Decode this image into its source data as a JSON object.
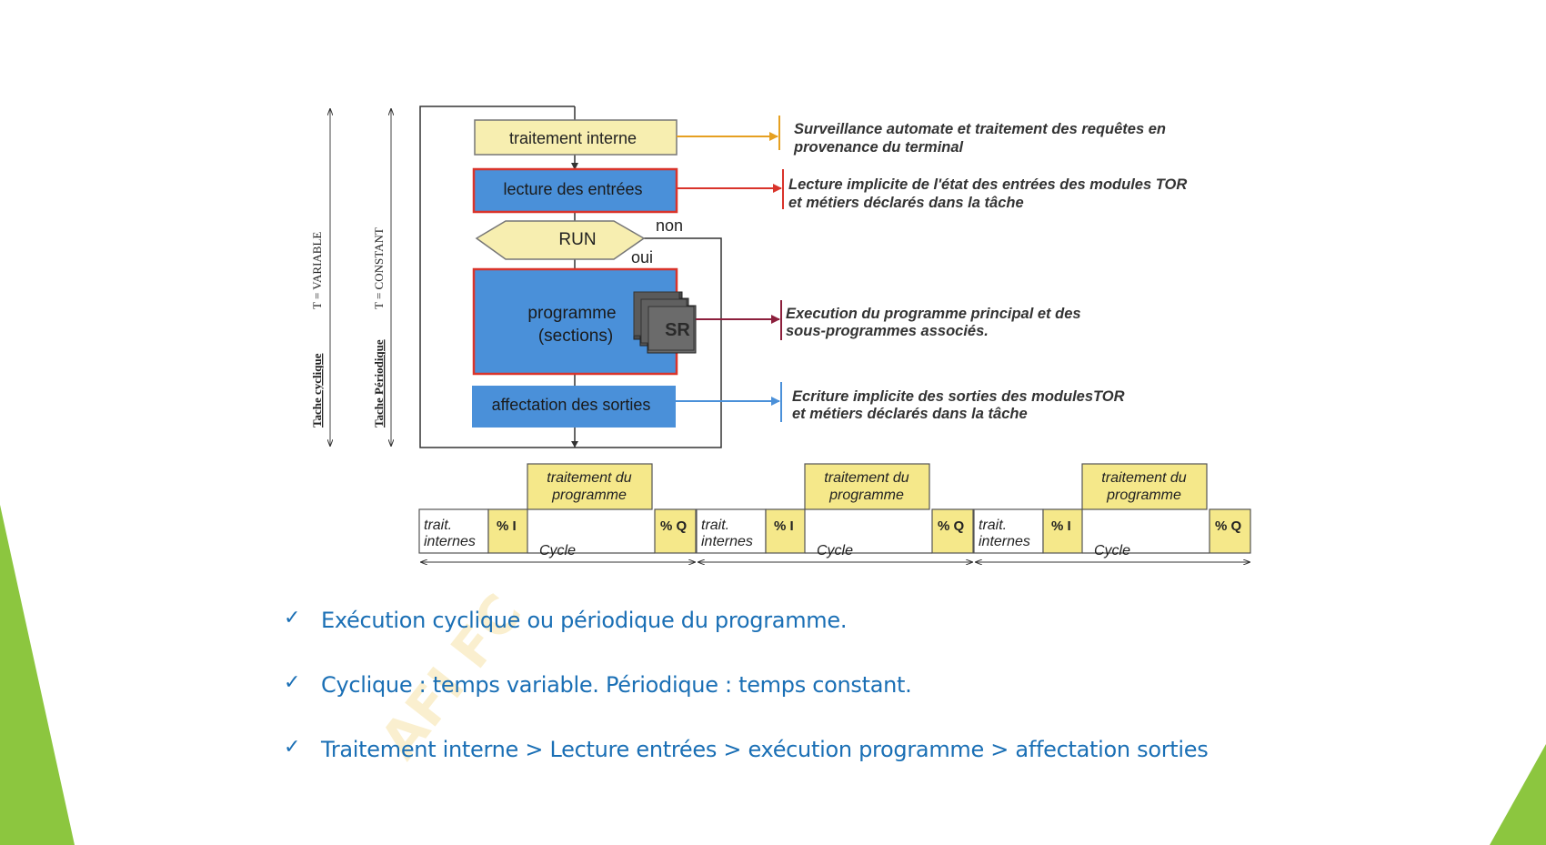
{
  "diagram": {
    "boxes": {
      "traitement_interne": "traitement interne",
      "lecture_entrees": "lecture des entrées",
      "run": "RUN",
      "non": "non",
      "oui": "oui",
      "programme_line1": "programme",
      "programme_line2": "(sections)",
      "sr": "SR",
      "affectation_sorties": "affectation des sorties"
    },
    "side_labels": {
      "tache_cyclique": "Tache cyclique",
      "t_variable": "T = VARIABLE",
      "tache_periodique": "Tache Périodique",
      "t_constant": "T = CONSTANT"
    },
    "annotations": {
      "surveillance_l1": "Surveillance automate et traitement des requêtes en",
      "surveillance_l2": "provenance du terminal",
      "lecture_l1": "Lecture implicite de l'état des entrées des modules TOR",
      "lecture_l2": "et métiers déclarés dans la tâche",
      "execution_l1": "Execution du programme principal et des",
      "execution_l2": "sous-programmes associés.",
      "ecriture_l1": "Ecriture implicite des sorties des modulesTOR",
      "ecriture_l2": "et métiers déclarés dans la tâche"
    },
    "timeline": {
      "cycles": [
        {
          "trait_l1": "trait.",
          "trait_l2": "internes",
          "pct_i": "% I",
          "prog_l1": "traitement  du",
          "prog_l2": "programme",
          "pct_q": "% Q",
          "cycle": "Cycle"
        },
        {
          "trait_l1": "trait.",
          "trait_l2": "internes",
          "pct_i": "% I",
          "prog_l1": "traitement  du",
          "prog_l2": "programme",
          "pct_q": "% Q",
          "cycle": "Cycle"
        },
        {
          "trait_l1": "trait.",
          "trait_l2": "internes",
          "pct_i": "% I",
          "prog_l1": "traitement  du",
          "prog_l2": "programme",
          "pct_q": "% Q",
          "cycle": "Cycle"
        }
      ]
    },
    "watermark_text": "AFI  FC",
    "colors": {
      "yellow_box": "#f7eeb0",
      "blue_box": "#4a90d9",
      "red_border": "#d9342b",
      "orange_arrow": "#e6a021",
      "red_arrow": "#d9342b",
      "dark_red_arrow": "#8c1f3c",
      "blue_arrow": "#4a90d9",
      "timeline_yellow": "#f5e88a",
      "green_accent": "#8cc63f",
      "text_blue": "#1a6fb5"
    }
  },
  "bullets": [
    "Exécution cyclique ou périodique du programme.",
    "Cyclique : temps variable. Périodique : temps constant.",
    "Traitement interne > Lecture entrées > exécution programme > affectation sorties"
  ],
  "check_symbol": "✓"
}
